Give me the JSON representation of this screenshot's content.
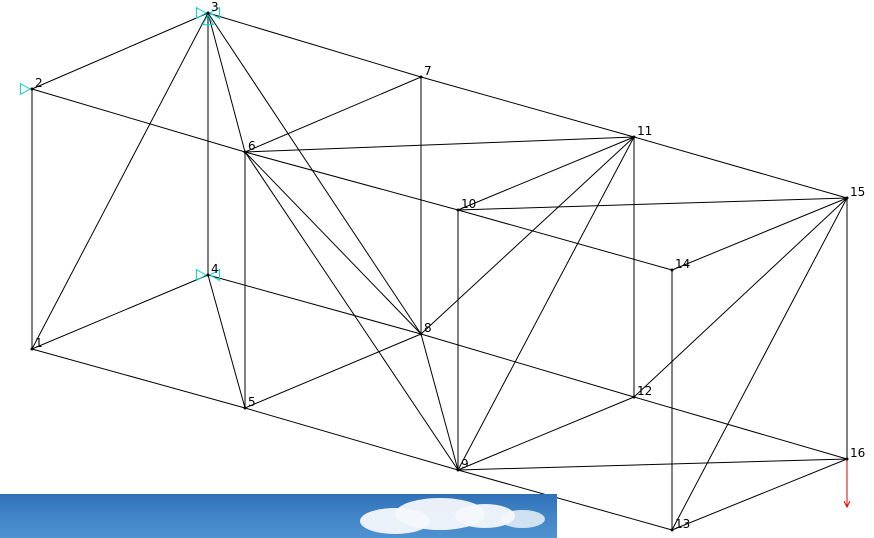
{
  "nodes": [
    {
      "id": "1",
      "label": "1"
    },
    {
      "id": "2",
      "label": "2"
    },
    {
      "id": "3",
      "label": "3"
    },
    {
      "id": "4",
      "label": "4"
    },
    {
      "id": "5",
      "label": "5"
    },
    {
      "id": "6",
      "label": "6"
    },
    {
      "id": "7",
      "label": "7"
    },
    {
      "id": "8",
      "label": "8"
    },
    {
      "id": "9",
      "label": "9"
    },
    {
      "id": "10",
      "label": "10"
    },
    {
      "id": "11",
      "label": "11"
    },
    {
      "id": "12",
      "label": "12"
    },
    {
      "id": "13",
      "label": "13"
    },
    {
      "id": "14",
      "label": "14"
    },
    {
      "id": "15",
      "label": "15"
    },
    {
      "id": "16",
      "label": "16"
    }
  ],
  "members": [
    [
      "1",
      "2"
    ],
    [
      "2",
      "3"
    ],
    [
      "3",
      "4"
    ],
    [
      "4",
      "1"
    ],
    [
      "5",
      "6"
    ],
    [
      "6",
      "7"
    ],
    [
      "7",
      "8"
    ],
    [
      "8",
      "5"
    ],
    [
      "9",
      "10"
    ],
    [
      "10",
      "11"
    ],
    [
      "11",
      "12"
    ],
    [
      "12",
      "9"
    ],
    [
      "13",
      "14"
    ],
    [
      "14",
      "15"
    ],
    [
      "15",
      "16"
    ],
    [
      "16",
      "13"
    ],
    [
      "1",
      "5"
    ],
    [
      "5",
      "9"
    ],
    [
      "9",
      "13"
    ],
    [
      "2",
      "6"
    ],
    [
      "6",
      "10"
    ],
    [
      "10",
      "14"
    ],
    [
      "3",
      "7"
    ],
    [
      "7",
      "11"
    ],
    [
      "11",
      "15"
    ],
    [
      "4",
      "8"
    ],
    [
      "8",
      "12"
    ],
    [
      "12",
      "16"
    ],
    [
      "1",
      "3"
    ],
    [
      "4",
      "5"
    ],
    [
      "3",
      "6"
    ],
    [
      "3",
      "8"
    ],
    [
      "6",
      "8"
    ],
    [
      "6",
      "11"
    ],
    [
      "6",
      "9"
    ],
    [
      "8",
      "9"
    ],
    [
      "8",
      "11"
    ],
    [
      "9",
      "11"
    ],
    [
      "9",
      "16"
    ],
    [
      "10",
      "15"
    ],
    [
      "12",
      "15"
    ],
    [
      "13",
      "15"
    ]
  ],
  "supports": [
    {
      "node": "2",
      "type": "pin-x"
    },
    {
      "node": "3",
      "type": "pin-xyz"
    },
    {
      "node": "4",
      "type": "pin-xy"
    }
  ],
  "loads": [
    {
      "node": "16",
      "direction": "down"
    }
  ],
  "colors": {
    "member": "#000000",
    "support": "#00d0d0",
    "load": "#e00000",
    "sky": "#3f83c6"
  }
}
